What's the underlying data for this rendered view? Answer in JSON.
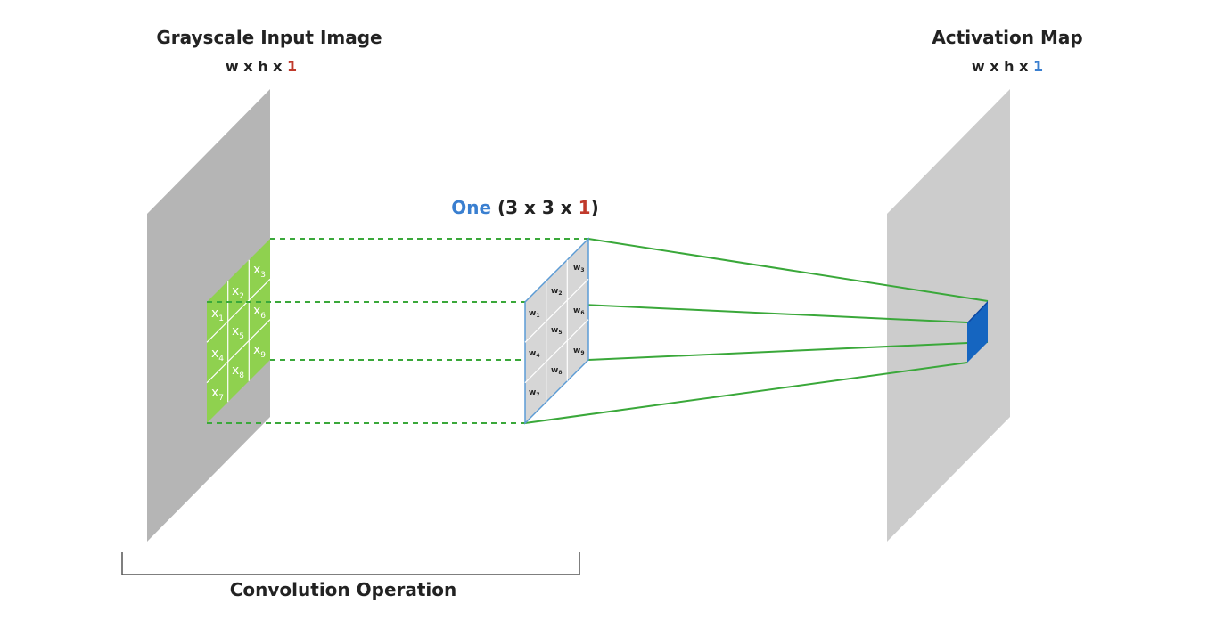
{
  "input": {
    "title": "Grayscale Input Image",
    "dims_prefix": "w x h x ",
    "dims_channel": "1",
    "patch_cells": [
      {
        "base": "x",
        "sub": "1"
      },
      {
        "base": "x",
        "sub": "2"
      },
      {
        "base": "x",
        "sub": "3"
      },
      {
        "base": "x",
        "sub": "4"
      },
      {
        "base": "x",
        "sub": "5"
      },
      {
        "base": "x",
        "sub": "6"
      },
      {
        "base": "x",
        "sub": "7"
      },
      {
        "base": "x",
        "sub": "8"
      },
      {
        "base": "x",
        "sub": "9"
      }
    ]
  },
  "kernel": {
    "title_word": "One",
    "title_open": " (3 x 3 x ",
    "title_channel": "1",
    "title_close": ")",
    "cells": [
      {
        "base": "w",
        "sub": "1"
      },
      {
        "base": "w",
        "sub": "2"
      },
      {
        "base": "w",
        "sub": "3"
      },
      {
        "base": "w",
        "sub": "4"
      },
      {
        "base": "w",
        "sub": "5"
      },
      {
        "base": "w",
        "sub": "6"
      },
      {
        "base": "w",
        "sub": "7"
      },
      {
        "base": "w",
        "sub": "8"
      },
      {
        "base": "w",
        "sub": "9"
      }
    ]
  },
  "output": {
    "title": "Activation Map",
    "dims_prefix": "w x h x ",
    "dims_channel": "1"
  },
  "bracket_label": "Convolution Operation",
  "colors": {
    "plane": "#b5b5b5",
    "plane_light": "#cccccc",
    "patch": "#8fd14f",
    "kernel_fill": "#d6d6d6",
    "kernel_edge": "#5b9bd5",
    "green_line": "#3aa83a",
    "output_cell": "#1565c0",
    "output_cell_dark": "#0d47a1",
    "accent_red": "#c0392b",
    "accent_blue": "#3a7fd0"
  }
}
